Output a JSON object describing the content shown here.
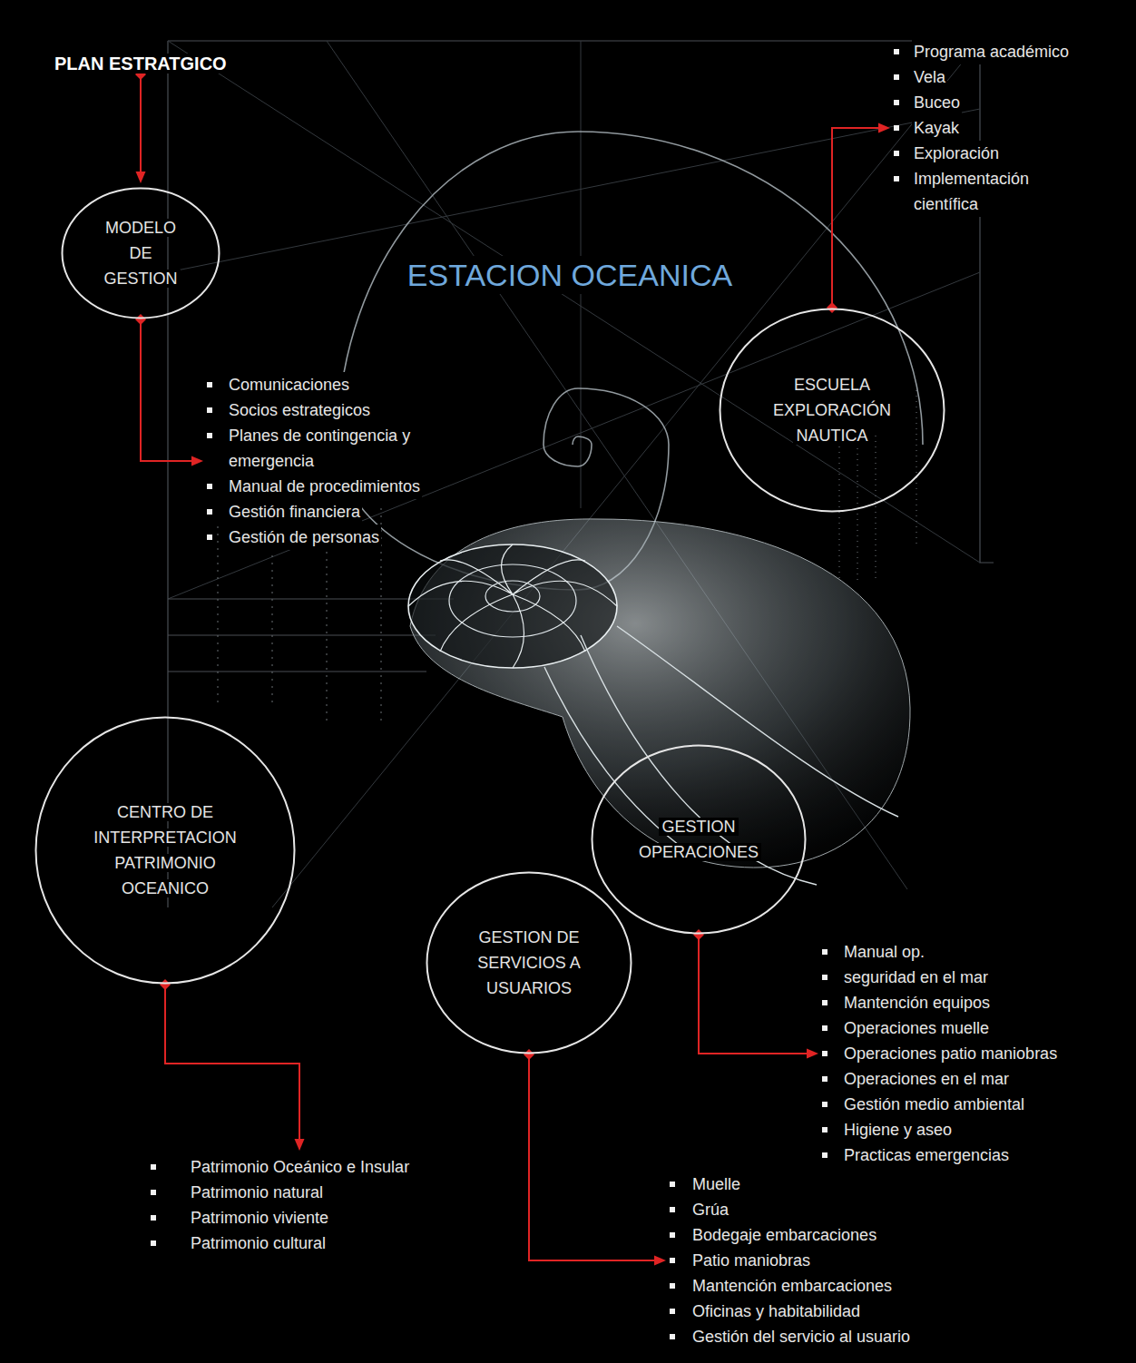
{
  "diagram": {
    "title": "ESTACION OCEANICA",
    "nodes": [
      {
        "text": [
          "PLAN ESTRATGICO"
        ]
      },
      {
        "text": [
          "Programa académico",
          "Vela",
          "Buceo",
          "Kayak",
          "Exploración",
          "Implementación científica"
        ]
      },
      {
        "text": [
          "MODELO DE GESTION"
        ]
      },
      {
        "text": [
          "ESCUELA EXPLORACIÓN NAUTICA"
        ]
      },
      {
        "text": [
          "Comunicaciones",
          "Socios estrategicos",
          "Planes de contingencia y emergencia",
          "Manual de procedimientos",
          "Gestión financiera",
          "Gestión de personas"
        ]
      },
      {
        "text": [
          "CENTRO DE INTERPRETACION PATRIMONIO OCEANICO"
        ]
      },
      {
        "text": [
          "GESTION OPERACIONES"
        ]
      },
      {
        "text": [
          "GESTION DE SERVICIOS A USUARIOS"
        ]
      },
      {
        "text": [
          "Manual op.",
          "seguridad en el mar",
          "Mantención equipos",
          "Operaciones muelle",
          "Operaciones patio maniobras",
          "Operaciones en el mar",
          "Gestión medio ambiental",
          "Higiene y aseo",
          "Practicas emergencias"
        ]
      },
      {
        "text": [
          "Patrimonio Oceánico e Insular",
          "Patrimonio natural",
          "Patrimonio viviente",
          "Patrimonio cultural"
        ]
      },
      {
        "text": [
          "Muelle",
          "Grúa",
          "Bodegaje embarcaciones",
          "Patio maniobras",
          "Mantención embarcaciones",
          "Oficinas y habitabilidad",
          "Gestión del servicio al usuario"
        ]
      }
    ],
    "edges": [
      {
        "from": 0,
        "to": 2,
        "arrow": "to"
      },
      {
        "from": 2,
        "to": 4,
        "arrow": "to"
      },
      {
        "from": 3,
        "to": 1,
        "arrow": "to"
      },
      {
        "from": 5,
        "to": 9,
        "arrow": "to"
      },
      {
        "from": 6,
        "to": 8,
        "arrow": "to"
      },
      {
        "from": 7,
        "to": 10,
        "arrow": "to"
      }
    ]
  }
}
